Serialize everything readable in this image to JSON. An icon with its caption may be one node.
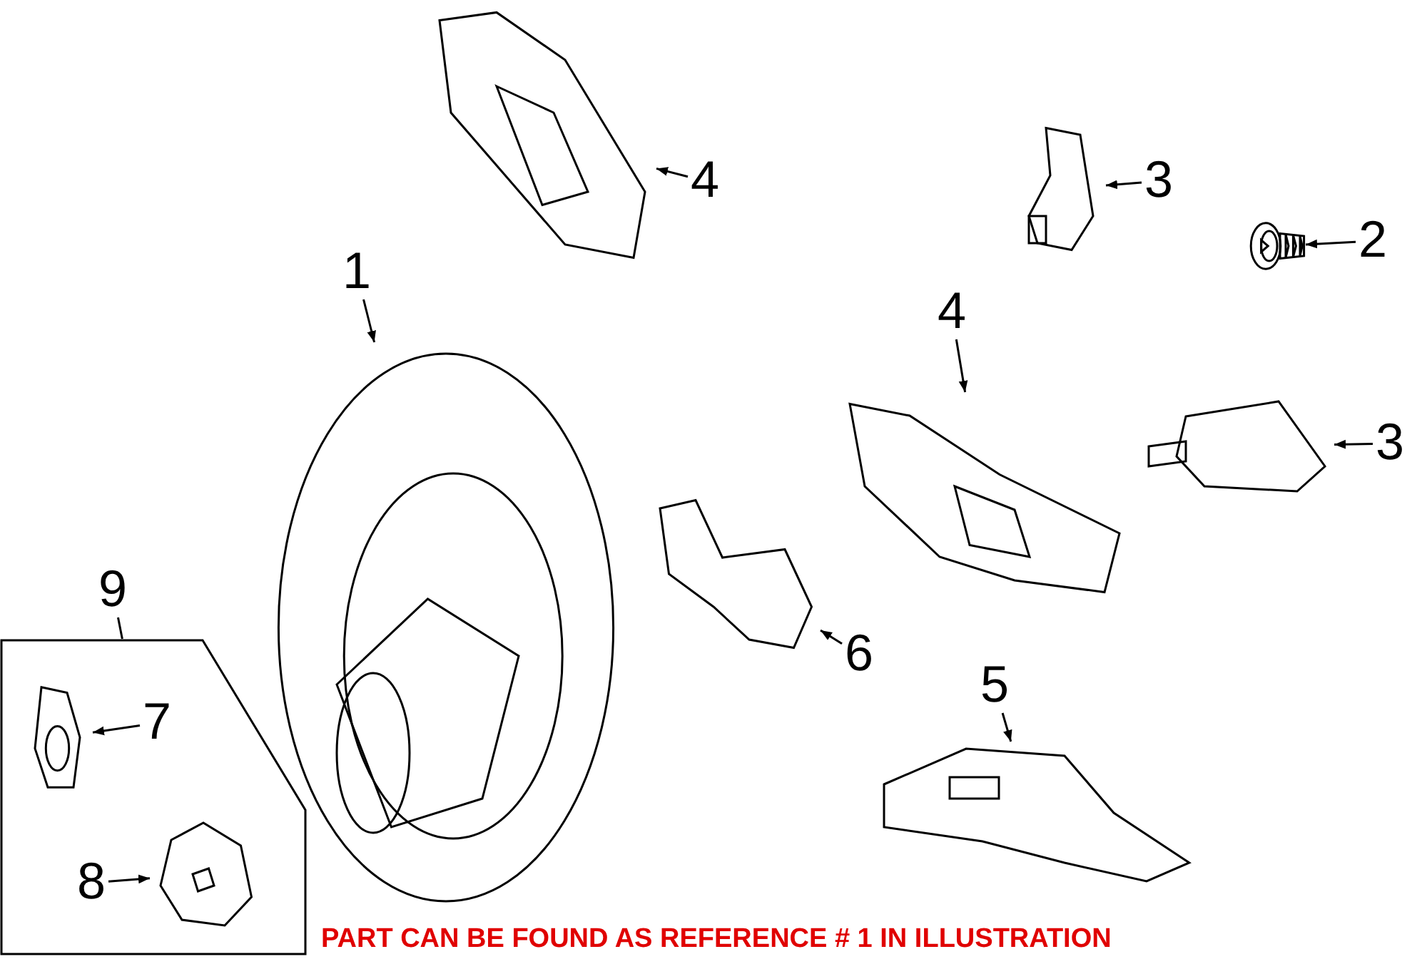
{
  "diagram": {
    "nodes": [
      {
        "text": [
          "1"
        ]
      },
      {
        "text": [],
        "shape": "picture"
      },
      {
        "text": [
          "4"
        ]
      },
      {
        "text": [],
        "shape": "picture"
      },
      {
        "text": [
          "3"
        ]
      },
      {
        "text": [],
        "shape": "picture"
      },
      {
        "text": [
          "2"
        ]
      },
      {
        "text": [],
        "shape": "picture"
      },
      {
        "text": [
          "4"
        ]
      },
      {
        "text": [],
        "shape": "picture"
      },
      {
        "text": [
          "3"
        ]
      },
      {
        "text": [],
        "shape": "picture"
      },
      {
        "text": [
          "6"
        ]
      },
      {
        "text": [],
        "shape": "picture"
      },
      {
        "text": [
          "5"
        ]
      },
      {
        "text": [],
        "shape": "picture"
      },
      {
        "text": [
          "9"
        ]
      },
      {
        "text": [],
        "shape": "box"
      },
      {
        "text": [
          "7"
        ],
        "in": 17
      },
      {
        "text": [],
        "shape": "picture",
        "in": 17
      },
      {
        "text": [
          "8"
        ],
        "in": 17
      },
      {
        "text": [],
        "shape": "picture",
        "in": 17
      }
    ],
    "edges": [
      {
        "from": 0,
        "to": 1,
        "arrow": "to"
      },
      {
        "from": 2,
        "to": 3,
        "arrow": "to"
      },
      {
        "from": 4,
        "to": 5,
        "arrow": "to"
      },
      {
        "from": 6,
        "to": 7,
        "arrow": "to"
      },
      {
        "from": 8,
        "to": 9,
        "arrow": "to"
      },
      {
        "from": 10,
        "to": 11,
        "arrow": "to"
      },
      {
        "from": 12,
        "to": 13,
        "arrow": "to"
      },
      {
        "from": 14,
        "to": 15,
        "arrow": "to"
      },
      {
        "from": 16,
        "to": 17,
        "arrow": "none"
      },
      {
        "from": 18,
        "to": 19,
        "arrow": "to"
      },
      {
        "from": 20,
        "to": 21,
        "arrow": "to"
      }
    ],
    "labels": [
      "PART CAN BE FOUND AS REFERENCE # 1 IN ILLUSTRATION"
    ]
  }
}
